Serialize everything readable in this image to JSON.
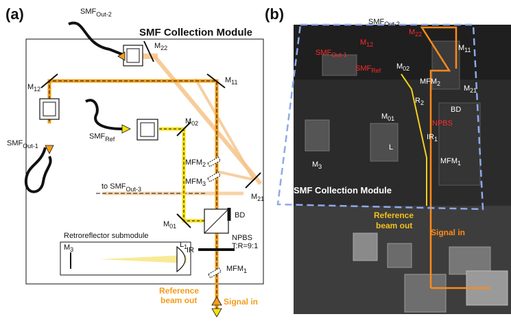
{
  "panel_a": {
    "panel_label": "(a)",
    "module_title": "SMF Collection Module",
    "labels": {
      "smf_out2": "SMF",
      "smf_out2_sub": "Out-2",
      "smf_out1": "SMF",
      "smf_out1_sub": "Out-1",
      "smf_ref": "SMF",
      "smf_ref_sub": "Ref",
      "m22": "M",
      "m22_sub": "22",
      "m12": "M",
      "m12_sub": "12",
      "m11": "M",
      "m11_sub": "11",
      "m02": "M",
      "m02_sub": "02",
      "m21": "M",
      "m21_sub": "21",
      "m01": "M",
      "m01_sub": "01",
      "mfm2": "MFM",
      "mfm2_sub": "2",
      "mfm3": "MFM",
      "mfm3_sub": "3",
      "mfm1": "MFM",
      "mfm1_sub": "1",
      "to_smf_out3": "to SMF",
      "to_smf_out3_sub": "Out-3",
      "bd": "BD",
      "npbs": "NPBS",
      "npbs_ratio": "T:R=9:1",
      "retro_title": "Retroreflector submodule",
      "m3": "M",
      "m3_sub": "3",
      "l1": "L",
      "l1_sub": "1",
      "ir": "IR",
      "reference_line1": "Reference",
      "reference_line2": "beam out",
      "signal_in": "Signal in"
    }
  },
  "panel_b": {
    "panel_label": "(b)",
    "labels": {
      "smf_out2": "SMF",
      "smf_out2_sub": "Out-2",
      "m22": "M",
      "m22_sub": "22",
      "m11": "M",
      "m11_sub": "11",
      "m12": "M",
      "m12_sub": "12",
      "smf_out1": "SMF",
      "smf_out1_sub": "Out-1",
      "smf_ref": "SMF",
      "smf_ref_sub": "Ref",
      "m02": "M",
      "m02_sub": "02",
      "mfm2": "MFM",
      "mfm2_sub": "2",
      "m21": "M",
      "m21_sub": "21",
      "r2": "R",
      "r2_sub": "2",
      "bd": "BD",
      "npbs": "NPBS",
      "m01": "M",
      "m01_sub": "01",
      "ir1": "IR",
      "ir1_sub": "1",
      "l": "L",
      "mfm1": "MFM",
      "mfm1_sub": "1",
      "m3": "M",
      "m3_sub": "3",
      "module": "SMF Collection Module",
      "reference_line1": "Reference",
      "reference_line2": "beam out",
      "signal_in": "Signal in"
    }
  },
  "colors": {
    "signal_orange": "#f39c1a",
    "reference_yellow": "#f7e00f",
    "faint_orange": "#f6c489",
    "module_dashed": "#8fa8e8",
    "photo_background": "#2b2b2b"
  }
}
